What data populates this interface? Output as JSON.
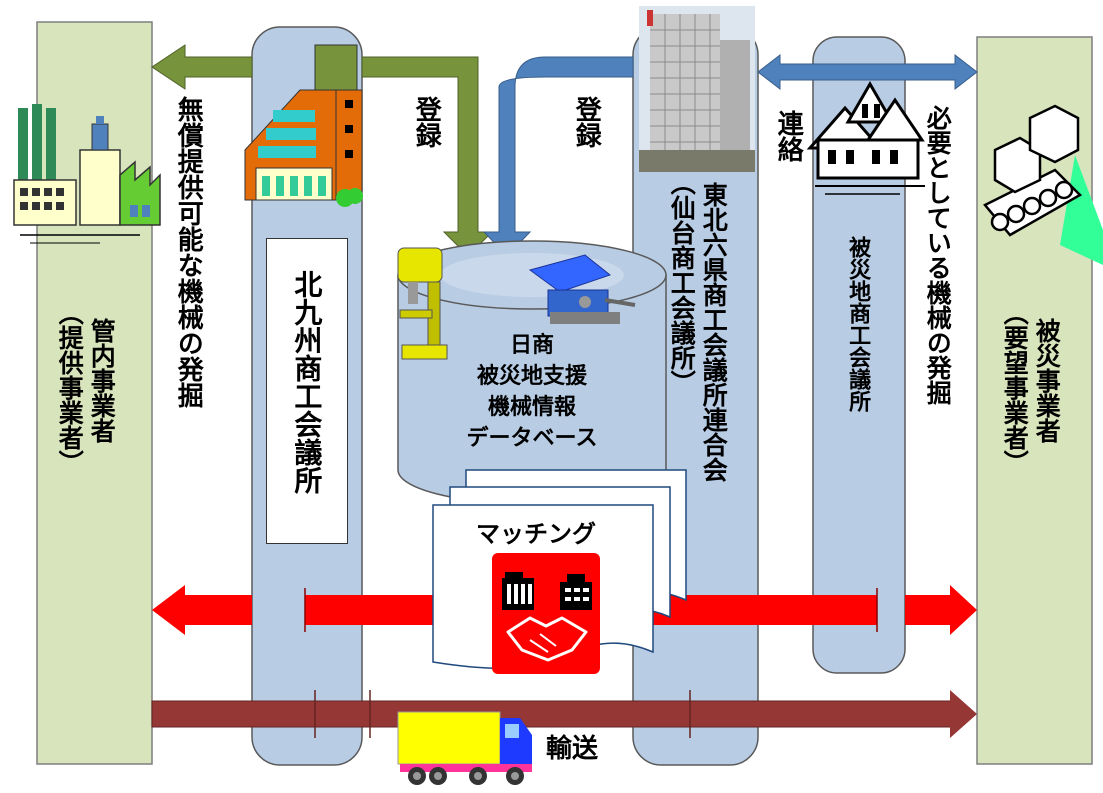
{
  "nodes": {
    "provider": {
      "name": "管内事業者",
      "sub": "（提供事業者）"
    },
    "kitakyushu": {
      "name": "北九州商工会議所"
    },
    "database": {
      "line1": "日商",
      "line2": "被災地支援",
      "line3": "機械情報",
      "line4": "データベース"
    },
    "tohoku": {
      "name": "東北六県商工会議所連合会",
      "sub": "（仙台商工会議所）"
    },
    "disaster_cci": {
      "name": "被災地商工会議所"
    },
    "requester": {
      "name": "被災事業者",
      "sub": "（要望事業者）"
    }
  },
  "labels": {
    "discover_free": "無償提供可能な機械の発掘",
    "register_left": "登録",
    "register_right": "登録",
    "contact": "連絡",
    "discover_needed": "必要としている機械の発掘",
    "matching": "マッチング",
    "transport": "輸送"
  },
  "colors": {
    "side_panel": "#d8e4bc",
    "column": "#b8cce4",
    "green_arrow": "#77933c",
    "blue_arrow": "#4f81bd",
    "red_arrow": "#ff0000",
    "transport_arrow": "#953735",
    "matching_icon_bg": "#ff0000"
  },
  "icons": [
    "factory-icon",
    "office-building-icon",
    "house-icon",
    "boxes-conveyor-icon",
    "drill-press-icon",
    "vise-icon",
    "building-photo",
    "handshake-icon",
    "truck-icon"
  ]
}
